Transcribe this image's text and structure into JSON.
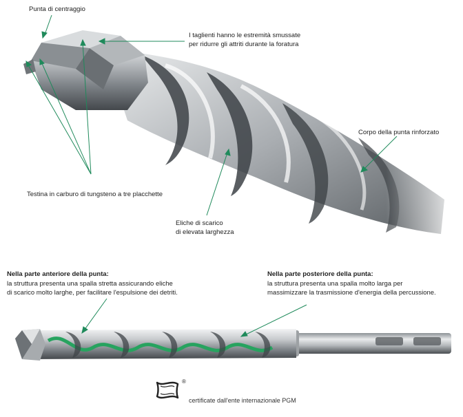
{
  "callouts": {
    "centering_tip": "Punta di centraggio",
    "cutting_edges_line1": "I taglienti hanno le estremità smussate",
    "cutting_edges_line2": "per ridurre gli attriti durante la foratura",
    "reinforced_body": "Corpo della punta rinforzato",
    "carbide_head": "Testina in carburo di tungsteno a tre placchette",
    "helix_line1": "Eliche di scarico",
    "helix_line2": "di elevata larghezza"
  },
  "front_section": {
    "title": "Nella parte anteriore della punta:",
    "line1": "la struttura presenta una spalla stretta assicurando eliche",
    "line2": "di scarico molto larghe, per facilitare l'espulsione dei detriti."
  },
  "rear_section": {
    "title": "Nella parte posteriore della punta:",
    "line1": "la struttura presenta una spalla molto larga per",
    "line2": "massimizzare la trasmissione d'energia della percussione."
  },
  "certification": {
    "text": "certificate dall'ente internazionale PGM",
    "registered_mark": "®",
    "logo_icon": "pgm-logo-icon"
  },
  "colors": {
    "leader_line": "#1f8a5b",
    "steel_light": "#e4e6e8",
    "steel_dark": "#5f6468",
    "flute_green": "#27a35f"
  }
}
